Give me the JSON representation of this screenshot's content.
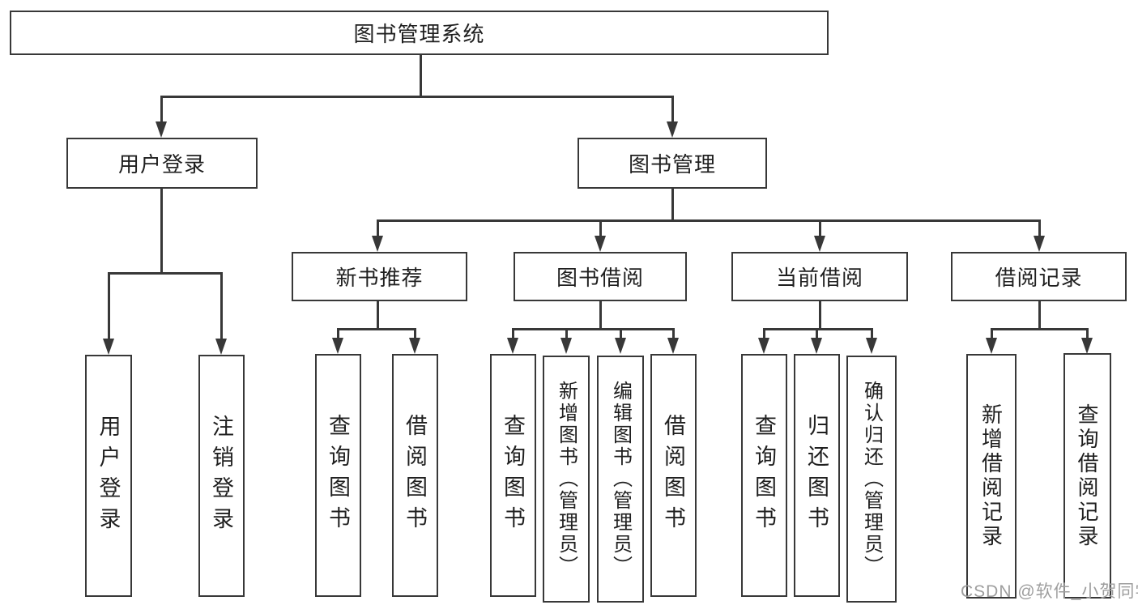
{
  "tree": {
    "root": {
      "label": "图书管理系统",
      "children": [
        {
          "label": "用户登录",
          "children": [
            {
              "label": "用户登录"
            },
            {
              "label": "注销登录"
            }
          ]
        },
        {
          "label": "图书管理",
          "children": [
            {
              "label": "新书推荐",
              "children": [
                {
                  "label": "查询图书"
                },
                {
                  "label": "借阅图书"
                }
              ]
            },
            {
              "label": "图书借阅",
              "children": [
                {
                  "label": "查询图书"
                },
                {
                  "label": "新增图书（管理员）"
                },
                {
                  "label": "编辑图书（管理员）"
                },
                {
                  "label": "借阅图书"
                }
              ]
            },
            {
              "label": "当前借阅",
              "children": [
                {
                  "label": "查询图书"
                },
                {
                  "label": "归还图书"
                },
                {
                  "label": "确认归还（管理员）"
                }
              ]
            },
            {
              "label": "借阅记录",
              "children": [
                {
                  "label": "新增借阅记录"
                },
                {
                  "label": "查询借阅记录"
                }
              ]
            }
          ]
        }
      ]
    }
  },
  "watermark": {
    "text": "CSDN @软件_小贺同学"
  },
  "colors": {
    "line": "#383838",
    "text": "#1f1f1f",
    "background": "#ffffff",
    "watermark": "#9e9e9e"
  }
}
